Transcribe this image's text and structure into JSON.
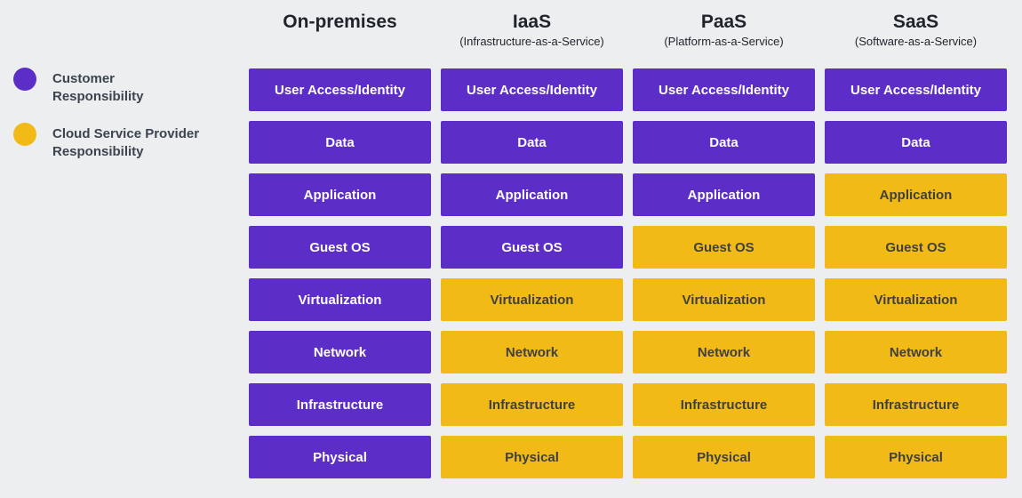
{
  "diagram": {
    "description": "Cloud shared responsibility model"
  },
  "colors": {
    "background": "#eceef0",
    "customer": "#5c2dc7",
    "provider": "#f2ba16",
    "customer_text": "#ffffff",
    "provider_text": "#3f4040",
    "header_text": "#1f242b",
    "legend_text": "#3c4450"
  },
  "legend": {
    "items": [
      {
        "id": "customer",
        "label": "Customer Responsibility",
        "color": "#5c2dc7"
      },
      {
        "id": "provider",
        "label": "Cloud Service Provider Responsibility",
        "color": "#f2ba16"
      }
    ]
  },
  "rows": [
    "User Access/Identity",
    "Data",
    "Application",
    "Guest OS",
    "Virtualization",
    "Network",
    "Infrastructure",
    "Physical"
  ],
  "columns": [
    {
      "title": "On-premises",
      "subtitle": "",
      "owners": [
        "customer",
        "customer",
        "customer",
        "customer",
        "customer",
        "customer",
        "customer",
        "customer"
      ]
    },
    {
      "title": "IaaS",
      "subtitle": "(Infrastructure-as-a-Service)",
      "owners": [
        "customer",
        "customer",
        "customer",
        "customer",
        "provider",
        "provider",
        "provider",
        "provider"
      ]
    },
    {
      "title": "PaaS",
      "subtitle": "(Platform-as-a-Service)",
      "owners": [
        "customer",
        "customer",
        "customer",
        "provider",
        "provider",
        "provider",
        "provider",
        "provider"
      ]
    },
    {
      "title": "SaaS",
      "subtitle": "(Software-as-a-Service)",
      "owners": [
        "customer",
        "customer",
        "provider",
        "provider",
        "provider",
        "provider",
        "provider",
        "provider"
      ]
    }
  ]
}
